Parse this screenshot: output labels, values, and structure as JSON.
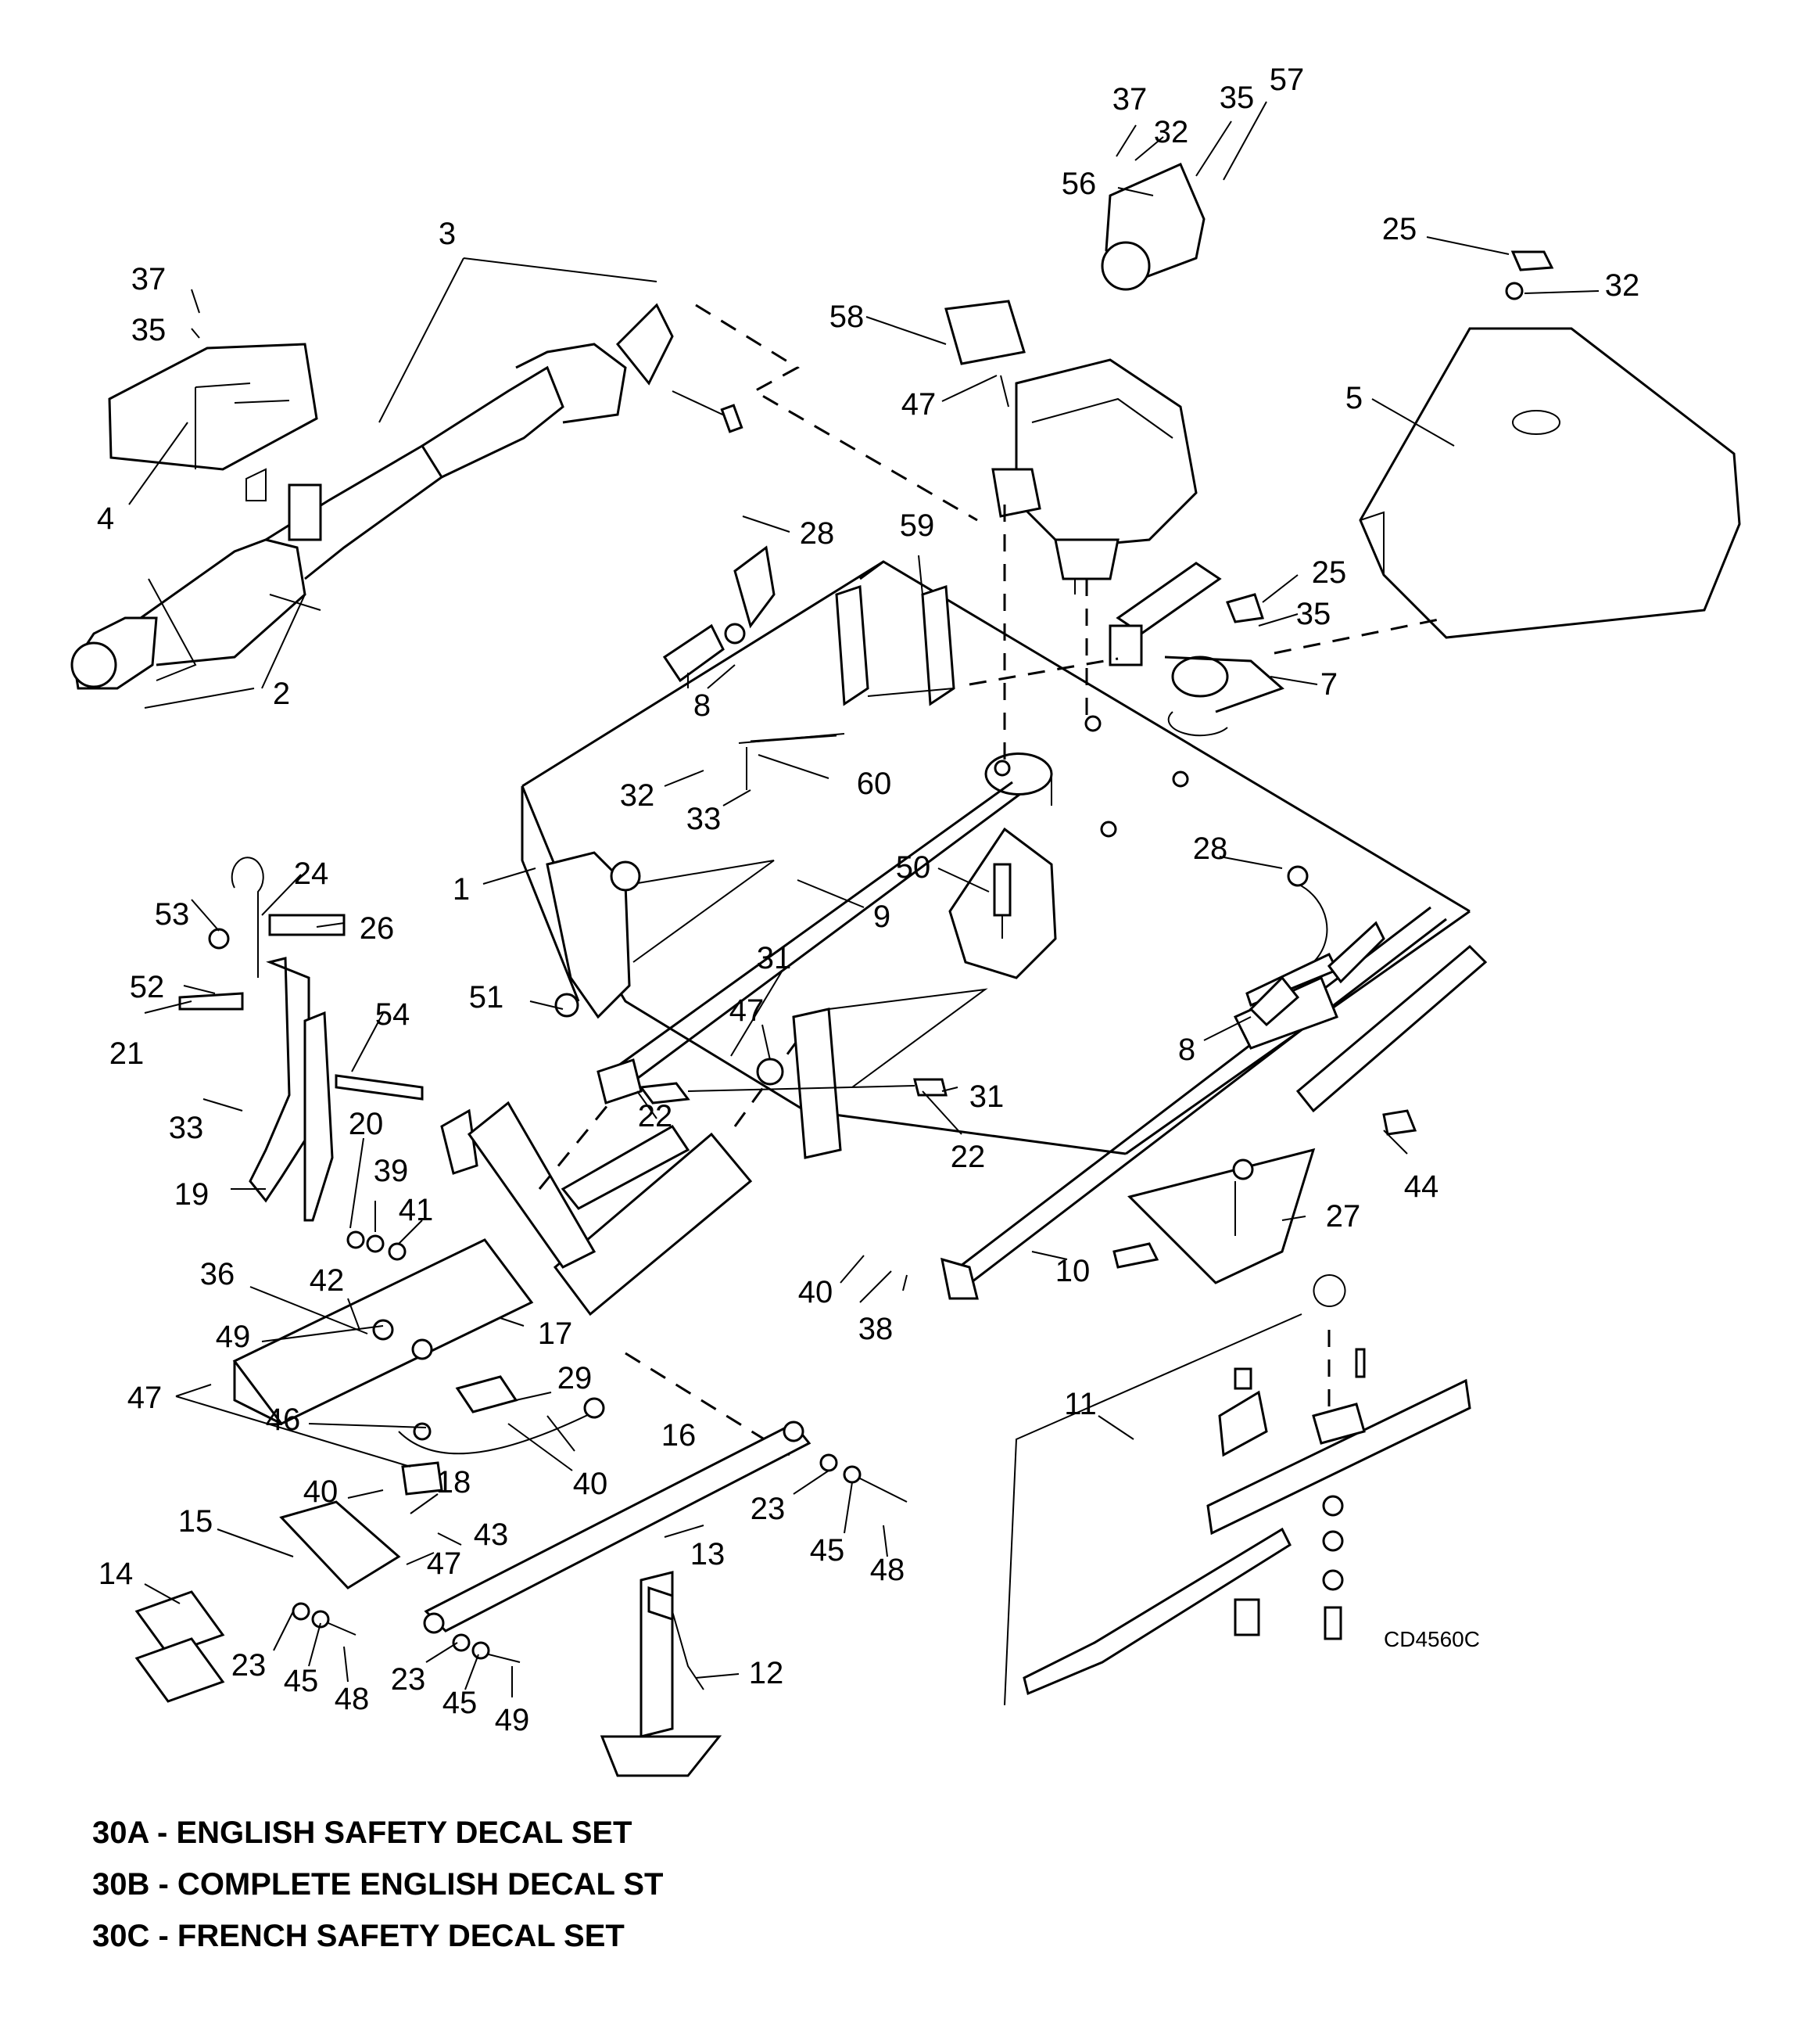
{
  "drawing_id": "CD4560C",
  "notes": [
    "30A - ENGLISH SAFETY DECAL SET",
    "30B - COMPLETE ENGLISH DECAL ST",
    "30C - FRENCH SAFETY DECAL SET"
  ],
  "callouts": [
    {
      "id": "c1",
      "label": "37"
    },
    {
      "id": "c2",
      "label": "32"
    },
    {
      "id": "c3",
      "label": "35"
    },
    {
      "id": "c4",
      "label": "57"
    },
    {
      "id": "c5",
      "label": "56"
    },
    {
      "id": "c6",
      "label": "25"
    },
    {
      "id": "c7",
      "label": "32"
    },
    {
      "id": "c8",
      "label": "3"
    },
    {
      "id": "c9",
      "label": "37"
    },
    {
      "id": "c10",
      "label": "35"
    },
    {
      "id": "c11",
      "label": "58"
    },
    {
      "id": "c12",
      "label": "47"
    },
    {
      "id": "c13",
      "label": "5"
    },
    {
      "id": "c14",
      "label": "4"
    },
    {
      "id": "c15",
      "label": "28"
    },
    {
      "id": "c16",
      "label": "59"
    },
    {
      "id": "c17",
      "label": "25"
    },
    {
      "id": "c18",
      "label": "35"
    },
    {
      "id": "c19",
      "label": "7"
    },
    {
      "id": "c20",
      "label": "2"
    },
    {
      "id": "c21",
      "label": "8"
    },
    {
      "id": "c22",
      "label": "32"
    },
    {
      "id": "c23",
      "label": "60"
    },
    {
      "id": "c24",
      "label": "33"
    },
    {
      "id": "c25",
      "label": "50"
    },
    {
      "id": "c26",
      "label": "28"
    },
    {
      "id": "c27",
      "label": "1"
    },
    {
      "id": "c28",
      "label": "9"
    },
    {
      "id": "c29",
      "label": "24"
    },
    {
      "id": "c30",
      "label": "53"
    },
    {
      "id": "c31",
      "label": "26"
    },
    {
      "id": "c32",
      "label": "52"
    },
    {
      "id": "c33",
      "label": "54"
    },
    {
      "id": "c34",
      "label": "21"
    },
    {
      "id": "c35",
      "label": "51"
    },
    {
      "id": "c36",
      "label": "31"
    },
    {
      "id": "c37",
      "label": "47"
    },
    {
      "id": "c38",
      "label": "8"
    },
    {
      "id": "c39",
      "label": "33"
    },
    {
      "id": "c40",
      "label": "20"
    },
    {
      "id": "c41",
      "label": "22"
    },
    {
      "id": "c42",
      "label": "31"
    },
    {
      "id": "c43",
      "label": "19"
    },
    {
      "id": "c44",
      "label": "39"
    },
    {
      "id": "c45",
      "label": "41"
    },
    {
      "id": "c46",
      "label": "22"
    },
    {
      "id": "c47",
      "label": "44"
    },
    {
      "id": "c48",
      "label": "27"
    },
    {
      "id": "c49",
      "label": "36"
    },
    {
      "id": "c50",
      "label": "42"
    },
    {
      "id": "c51",
      "label": "40"
    },
    {
      "id": "c52",
      "label": "10"
    },
    {
      "id": "c53",
      "label": "49"
    },
    {
      "id": "c54",
      "label": "17"
    },
    {
      "id": "c55",
      "label": "38"
    },
    {
      "id": "c56",
      "label": "11"
    },
    {
      "id": "c57",
      "label": "47"
    },
    {
      "id": "c58",
      "label": "29"
    },
    {
      "id": "c59",
      "label": "46"
    },
    {
      "id": "c60",
      "label": "16"
    },
    {
      "id": "c61",
      "label": "40"
    },
    {
      "id": "c62",
      "label": "40"
    },
    {
      "id": "c63",
      "label": "18"
    },
    {
      "id": "c64",
      "label": "43"
    },
    {
      "id": "c65",
      "label": "15"
    },
    {
      "id": "c66",
      "label": "47"
    },
    {
      "id": "c67",
      "label": "23"
    },
    {
      "id": "c68",
      "label": "45"
    },
    {
      "id": "c69",
      "label": "48"
    },
    {
      "id": "c70",
      "label": "13"
    },
    {
      "id": "c71",
      "label": "14"
    },
    {
      "id": "c72",
      "label": "23"
    },
    {
      "id": "c73",
      "label": "45"
    },
    {
      "id": "c74",
      "label": "48"
    },
    {
      "id": "c75",
      "label": "23"
    },
    {
      "id": "c76",
      "label": "45"
    },
    {
      "id": "c77",
      "label": "49"
    },
    {
      "id": "c78",
      "label": "12"
    }
  ]
}
